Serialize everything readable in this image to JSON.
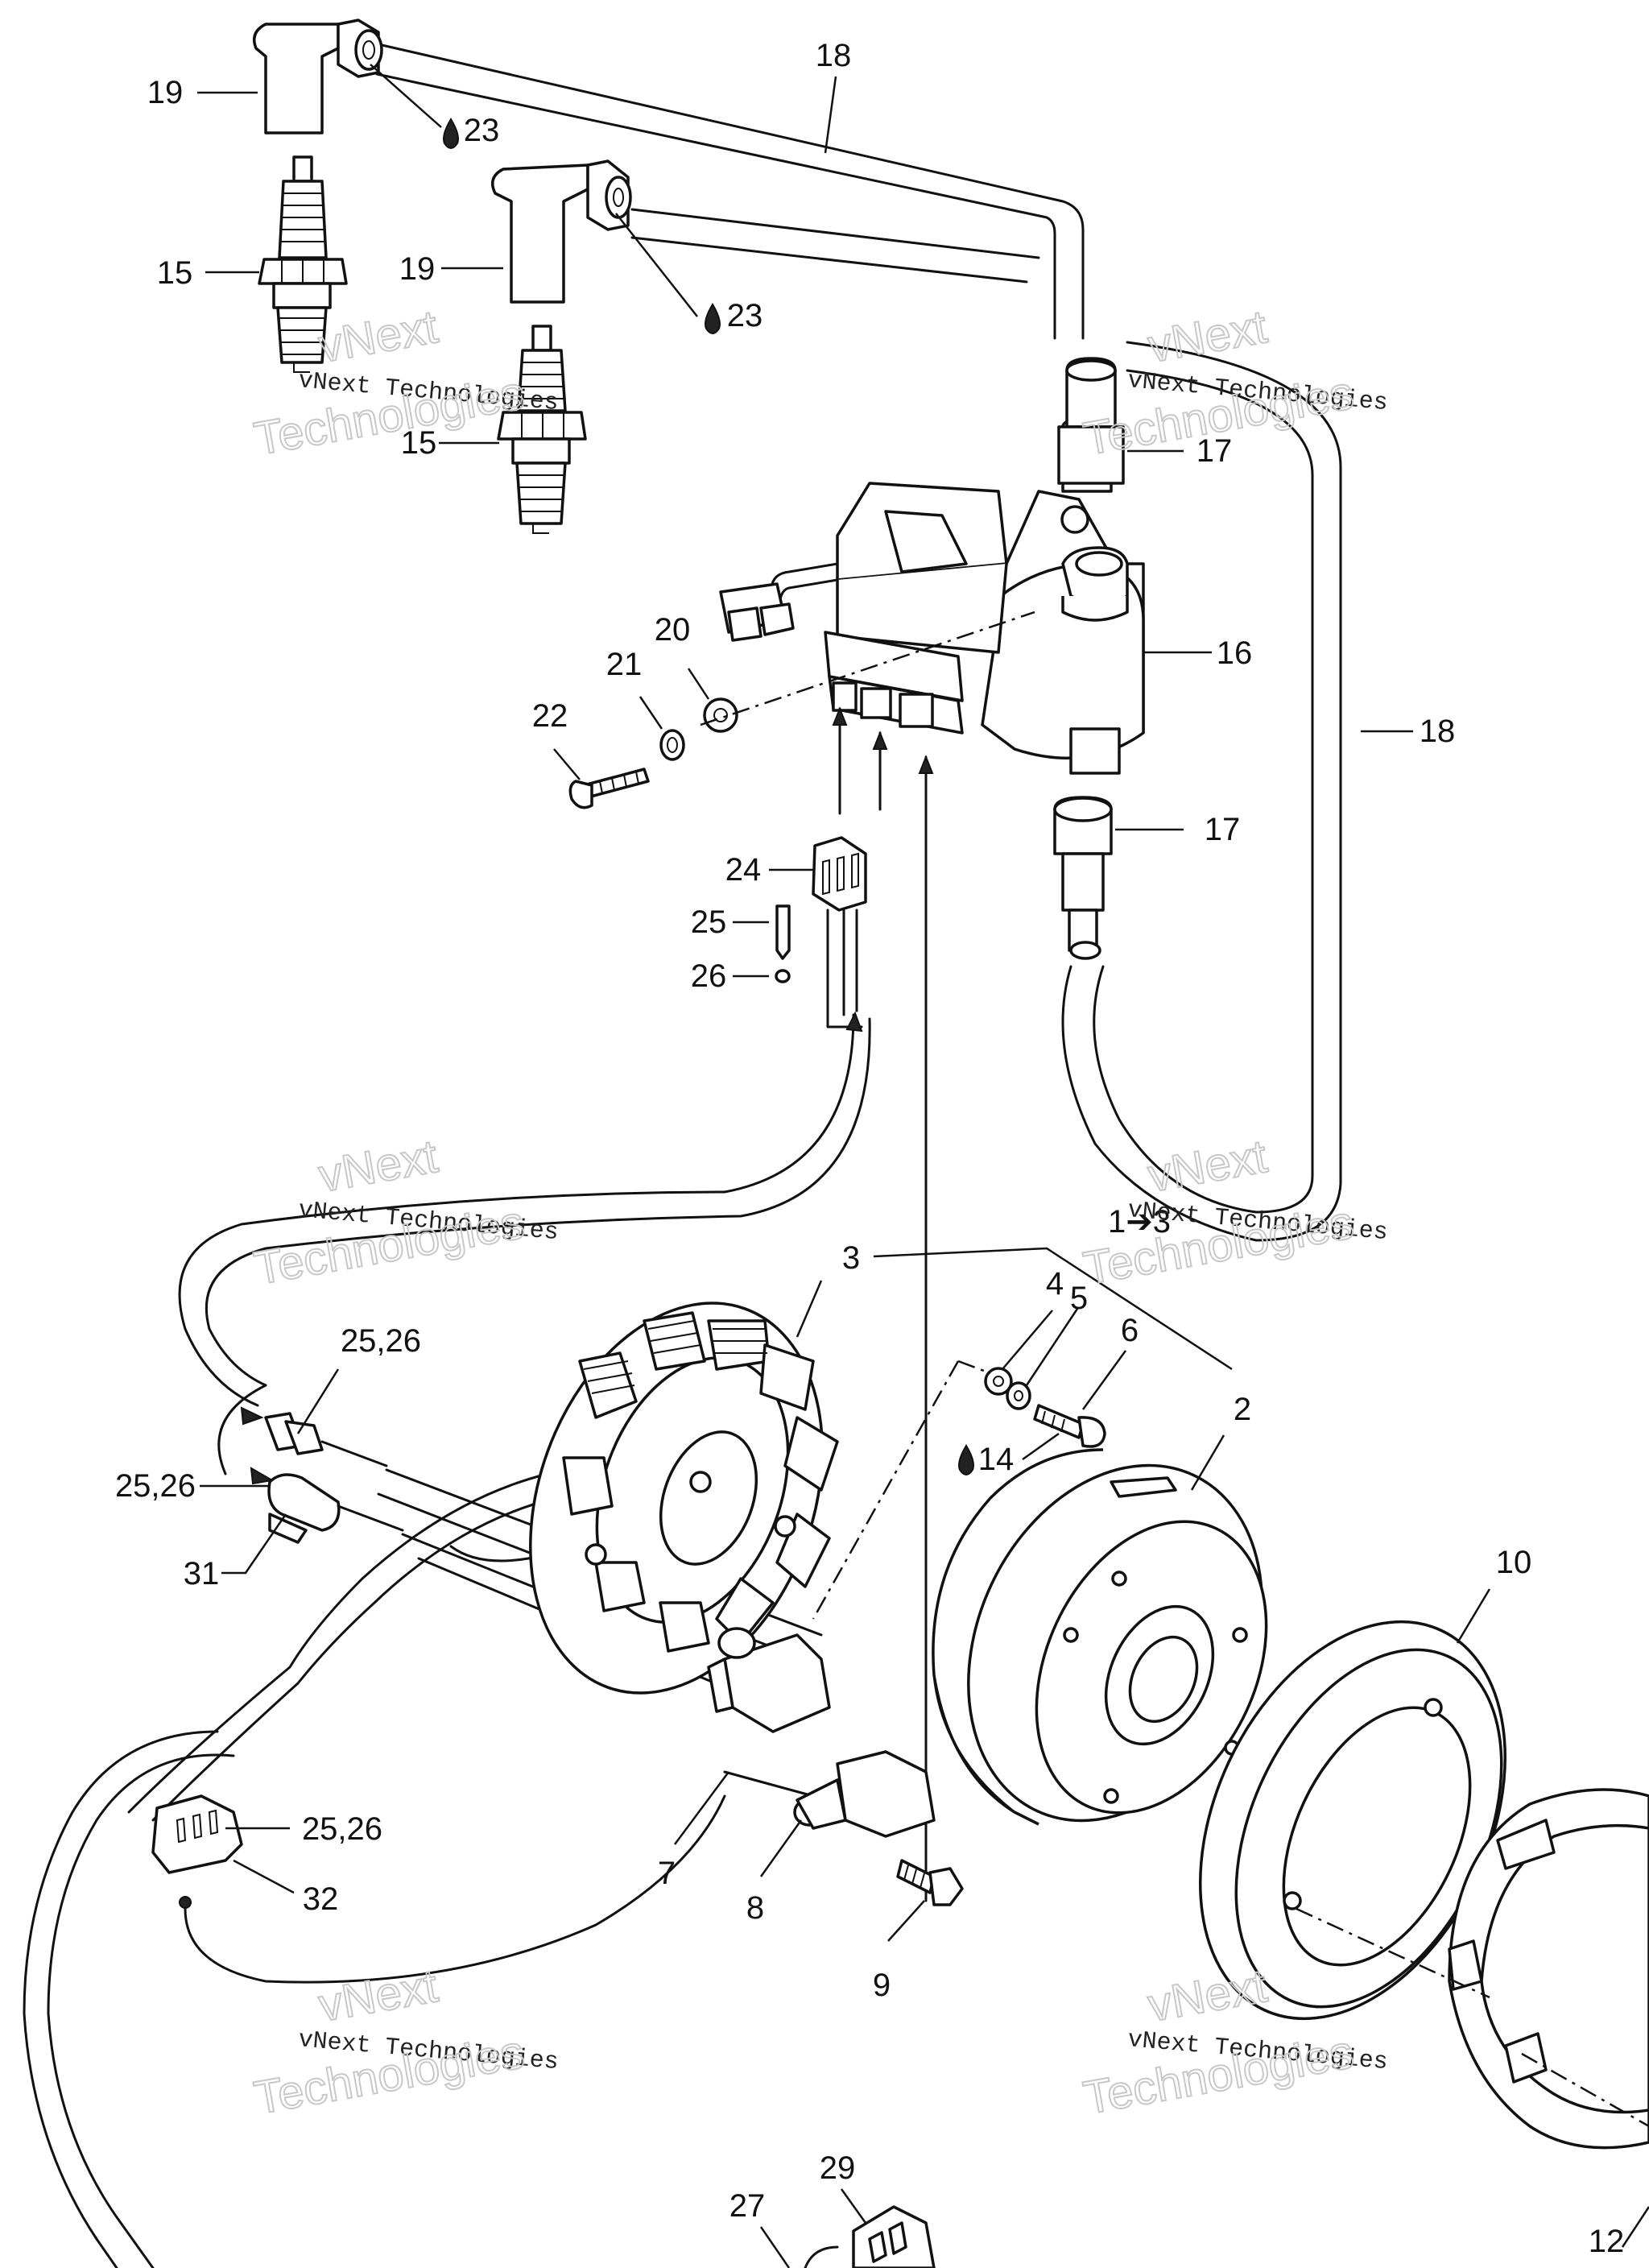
{
  "diagram": {
    "labels": {
      "l18a": "18",
      "l19a": "19",
      "l23a": "23",
      "l15a": "15",
      "l19b": "19",
      "l23b": "23",
      "l15b": "15",
      "l17a": "17",
      "l16": "16",
      "l20": "20",
      "l21": "21",
      "l22": "22",
      "l18b": "18",
      "l17b": "17",
      "l24": "24",
      "l25": "25",
      "l26": "26",
      "l13": "1➔3",
      "l3": "3",
      "l4": "4",
      "l5": "5",
      "l6": "6",
      "l2": "2",
      "l2526a": "25,26",
      "l2526b": "25,26",
      "l14": "14",
      "l31": "31",
      "l10": "10",
      "l2526c": "25,26",
      "l32": "32",
      "l7": "7",
      "l8": "8",
      "l9": "9",
      "l29": "29",
      "l27": "27",
      "l12": "12"
    },
    "watermark": {
      "brand_small": "vNext",
      "line": "vNext Technologies",
      "big": "Technologies"
    },
    "icons": {
      "lubricant": "oil-drop-icon"
    }
  }
}
